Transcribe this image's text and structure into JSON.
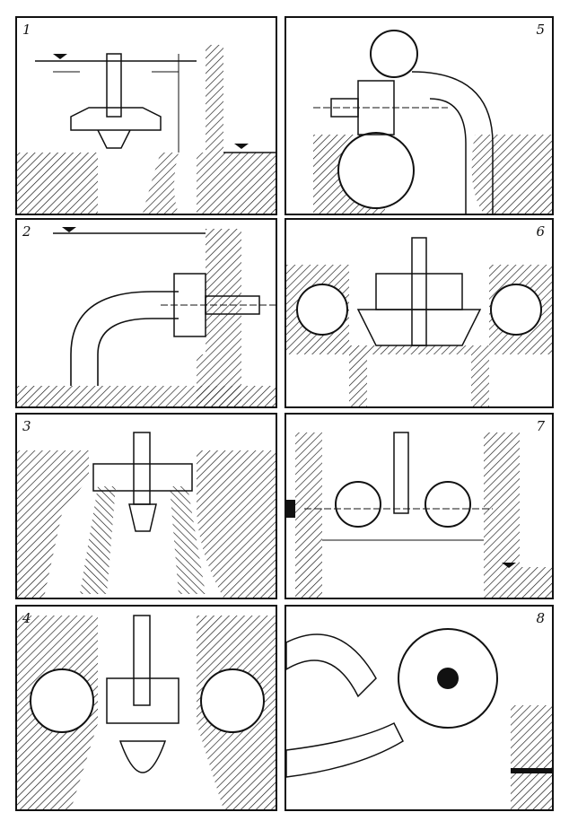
{
  "figure": {
    "panels": [
      {
        "label": "1",
        "type": "vertical-shaft-turbine-open-flume"
      },
      {
        "label": "2",
        "type": "horizontal-turbine-with-elbow-draft-tube"
      },
      {
        "label": "3",
        "type": "vertical-turbine-concrete-casing"
      },
      {
        "label": "4",
        "type": "vertical-turbine-spiral-casing"
      },
      {
        "label": "5",
        "type": "horizontal-turbine-spiral-casing"
      },
      {
        "label": "6",
        "type": "double-spiral-vertical-turbine"
      },
      {
        "label": "7",
        "type": "twin-runner-horizontal-impulse-turbine"
      },
      {
        "label": "8",
        "type": "pelton-wheel-two-nozzles"
      }
    ]
  },
  "colors": {
    "ink": "#111111",
    "paper": "#ffffff"
  }
}
